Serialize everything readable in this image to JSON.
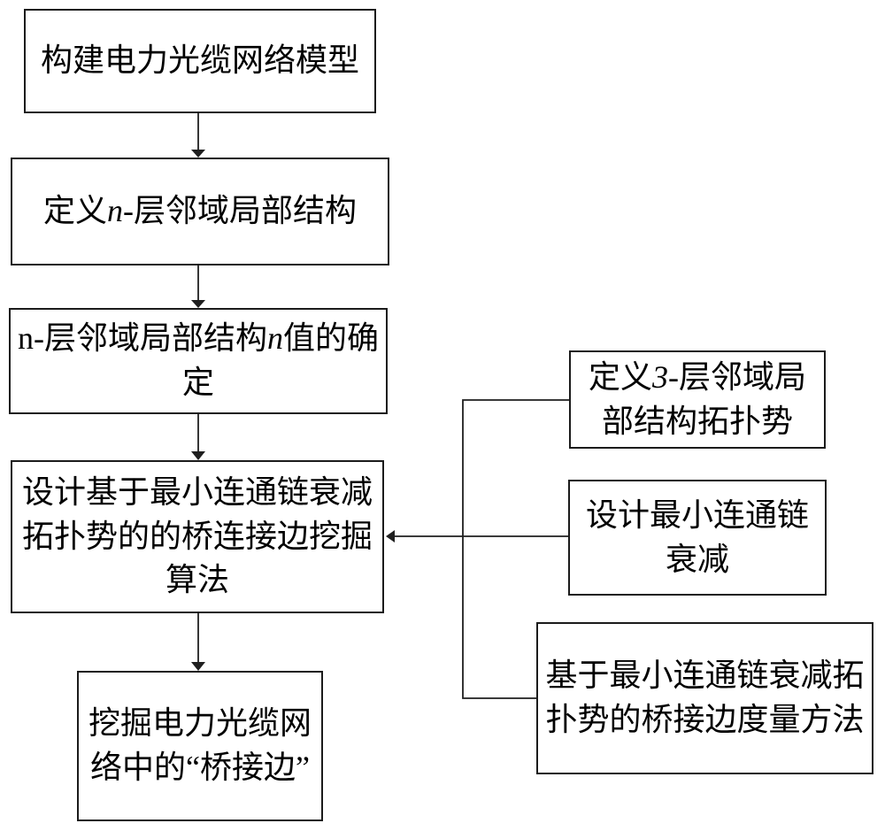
{
  "diagram": {
    "type": "flowchart",
    "boxes": {
      "box1": {
        "segments": [
          {
            "text": "构建电力光缆网络模型",
            "italic": false
          }
        ]
      },
      "box2": {
        "segments": [
          {
            "text": "定义",
            "italic": false
          },
          {
            "text": "n-",
            "italic": true
          },
          {
            "text": "层邻域局部结构",
            "italic": false
          }
        ]
      },
      "box3": {
        "segments": [
          {
            "text": "n-层邻域局部结构",
            "italic": false
          },
          {
            "text": "n",
            "italic": true
          },
          {
            "text": "值的确定",
            "italic": false
          }
        ]
      },
      "box4": {
        "segments": [
          {
            "text": "设计基于最小连通链衰减拓扑势的的桥连接边挖掘算法",
            "italic": false
          }
        ]
      },
      "box5": {
        "segments": [
          {
            "text": "挖掘电力光缆网络中的“桥接边”",
            "italic": false
          }
        ]
      },
      "boxR1": {
        "segments": [
          {
            "text": "定义",
            "italic": false
          },
          {
            "text": "3-",
            "italic": true
          },
          {
            "text": "层邻域局部结构拓扑势",
            "italic": false
          }
        ]
      },
      "boxR2": {
        "segments": [
          {
            "text": "设计最小连通链衰减",
            "italic": false
          }
        ]
      },
      "boxR3": {
        "segments": [
          {
            "text": "基于最小连通链衰减拓扑势的桥接边度量方法",
            "italic": false
          }
        ]
      }
    },
    "edges": [
      {
        "from": "box1",
        "to": "box2",
        "type": "arrow-down"
      },
      {
        "from": "box2",
        "to": "box3",
        "type": "arrow-down"
      },
      {
        "from": "box3",
        "to": "box4",
        "type": "arrow-down"
      },
      {
        "from": "box4",
        "to": "box5",
        "type": "arrow-down"
      },
      {
        "from": [
          "boxR1",
          "boxR2",
          "boxR3"
        ],
        "to": "box4",
        "type": "bracket-arrow-left"
      }
    ],
    "colors": {
      "background": "#ffffff",
      "box_border": "#1b1b1b",
      "line": "#1f1f1f",
      "text": "#000000"
    }
  }
}
